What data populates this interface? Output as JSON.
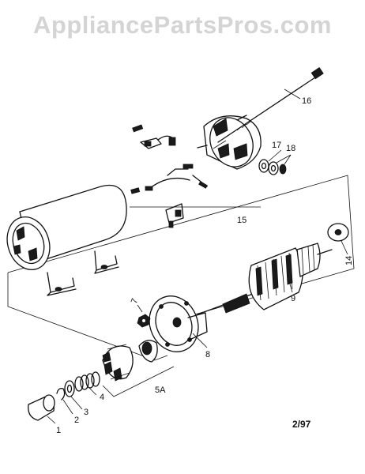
{
  "watermark": "AppliancePartsPros.com",
  "parts": [
    {
      "id": "p1",
      "label": "1"
    },
    {
      "id": "p2",
      "label": "2"
    },
    {
      "id": "p3",
      "label": "3"
    },
    {
      "id": "p4",
      "label": "4"
    },
    {
      "id": "p5a",
      "label": "5A"
    },
    {
      "id": "p7",
      "label": "7"
    },
    {
      "id": "p8",
      "label": "8"
    },
    {
      "id": "p9",
      "label": "9"
    },
    {
      "id": "p14",
      "label": "14"
    },
    {
      "id": "p15",
      "label": "15"
    },
    {
      "id": "p16",
      "label": "16"
    },
    {
      "id": "p17",
      "label": "17"
    },
    {
      "id": "p18",
      "label": "18"
    }
  ],
  "diagram_code": "2/97"
}
